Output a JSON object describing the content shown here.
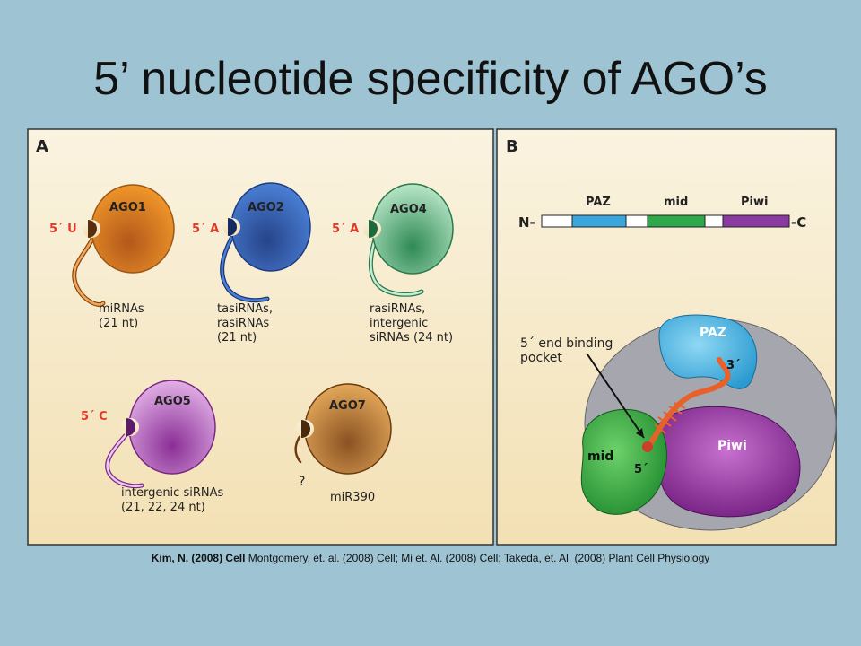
{
  "title": "5’ nucleotide specificity of AGO’s",
  "panel_a": {
    "label": "A",
    "proteins": [
      {
        "name": "AGO1",
        "end": "5´ U",
        "desc": [
          "miRNAs",
          "(21 nt)"
        ],
        "color": "#e88a24"
      },
      {
        "name": "AGO2",
        "end": "5´ A",
        "desc": [
          "tasiRNAs,",
          "rasiRNAs",
          "(21 nt)"
        ],
        "color": "#3b6fc4"
      },
      {
        "name": "AGO4",
        "end": "5´ A",
        "desc": [
          "rasiRNAs,",
          "intergenic",
          "siRNAs (24 nt)"
        ],
        "color": "#4aaa72"
      },
      {
        "name": "AGO5",
        "end": "5´ C",
        "desc": [
          "intergenic siRNAs",
          "(21, 22, 24 nt)"
        ],
        "color": "#b55cbf"
      },
      {
        "name": "AGO7",
        "end": "?",
        "desc": [
          "miR390"
        ],
        "color": "#c9863a"
      }
    ]
  },
  "panel_b": {
    "label": "B",
    "n_term": "N-",
    "c_term": "-C",
    "domains": [
      {
        "name": "PAZ",
        "color": "#3aa6dc"
      },
      {
        "name": "mid",
        "color": "#2fa84a"
      },
      {
        "name": "Piwi",
        "color": "#8a3aa0"
      }
    ],
    "structure": {
      "pocket_label": [
        "5´ end binding",
        "pocket"
      ],
      "paz": "PAZ",
      "mid": "mid",
      "piwi": "Piwi",
      "three_prime": "3´",
      "five_prime": "5´"
    }
  },
  "citation": {
    "bold": "Kim, N. (2008) Cell",
    "rest": " Montgomery, et. al. (2008) Cell; Mi et. Al. (2008) Cell; Takeda, et. Al. (2008) Plant Cell Physiology"
  }
}
